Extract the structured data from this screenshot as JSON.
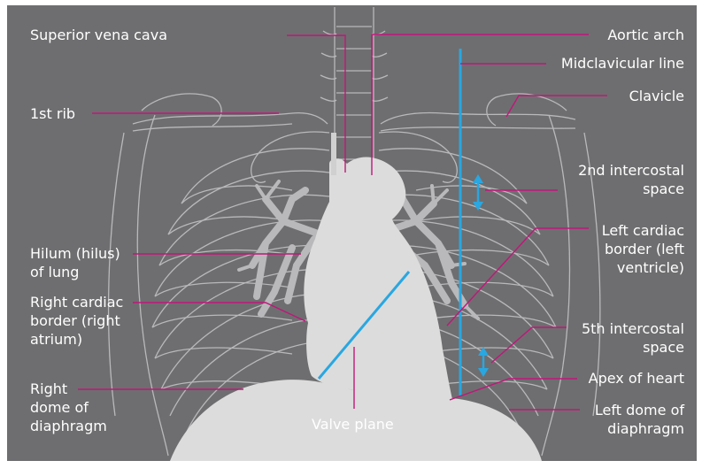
{
  "colors": {
    "background": "#6e6e70",
    "bone_outline": "#b9b9bb",
    "organ_fill": "#dcdcdc",
    "leader_line": "#c0177a",
    "midclavicular_line": "#29a7e1",
    "valve_plane": "#29a7e1",
    "spacing_arrow": "#29a7e1",
    "label_text": "#ffffff"
  },
  "labels": {
    "superior_vena_cava": "Superior vena cava",
    "first_rib": "1st rib",
    "hilum": "Hilum (hilus)\nof lung",
    "right_cardiac_border": "Right cardiac\nborder (right\natrium)",
    "right_dome": "Right\ndome of\ndiaphragm",
    "valve_plane": "Valve plane",
    "aortic_arch": "Aortic arch",
    "midclavicular_line": "Midclavicular line",
    "clavicle": "Clavicle",
    "second_intercostal_space": "2nd intercostal\nspace",
    "left_cardiac_border": "Left cardiac\nborder (left\nventricle)",
    "fifth_intercostal_space": "5th intercostal\nspace",
    "apex_of_heart": "Apex of heart",
    "left_dome": "Left dome of\ndiaphragm"
  }
}
